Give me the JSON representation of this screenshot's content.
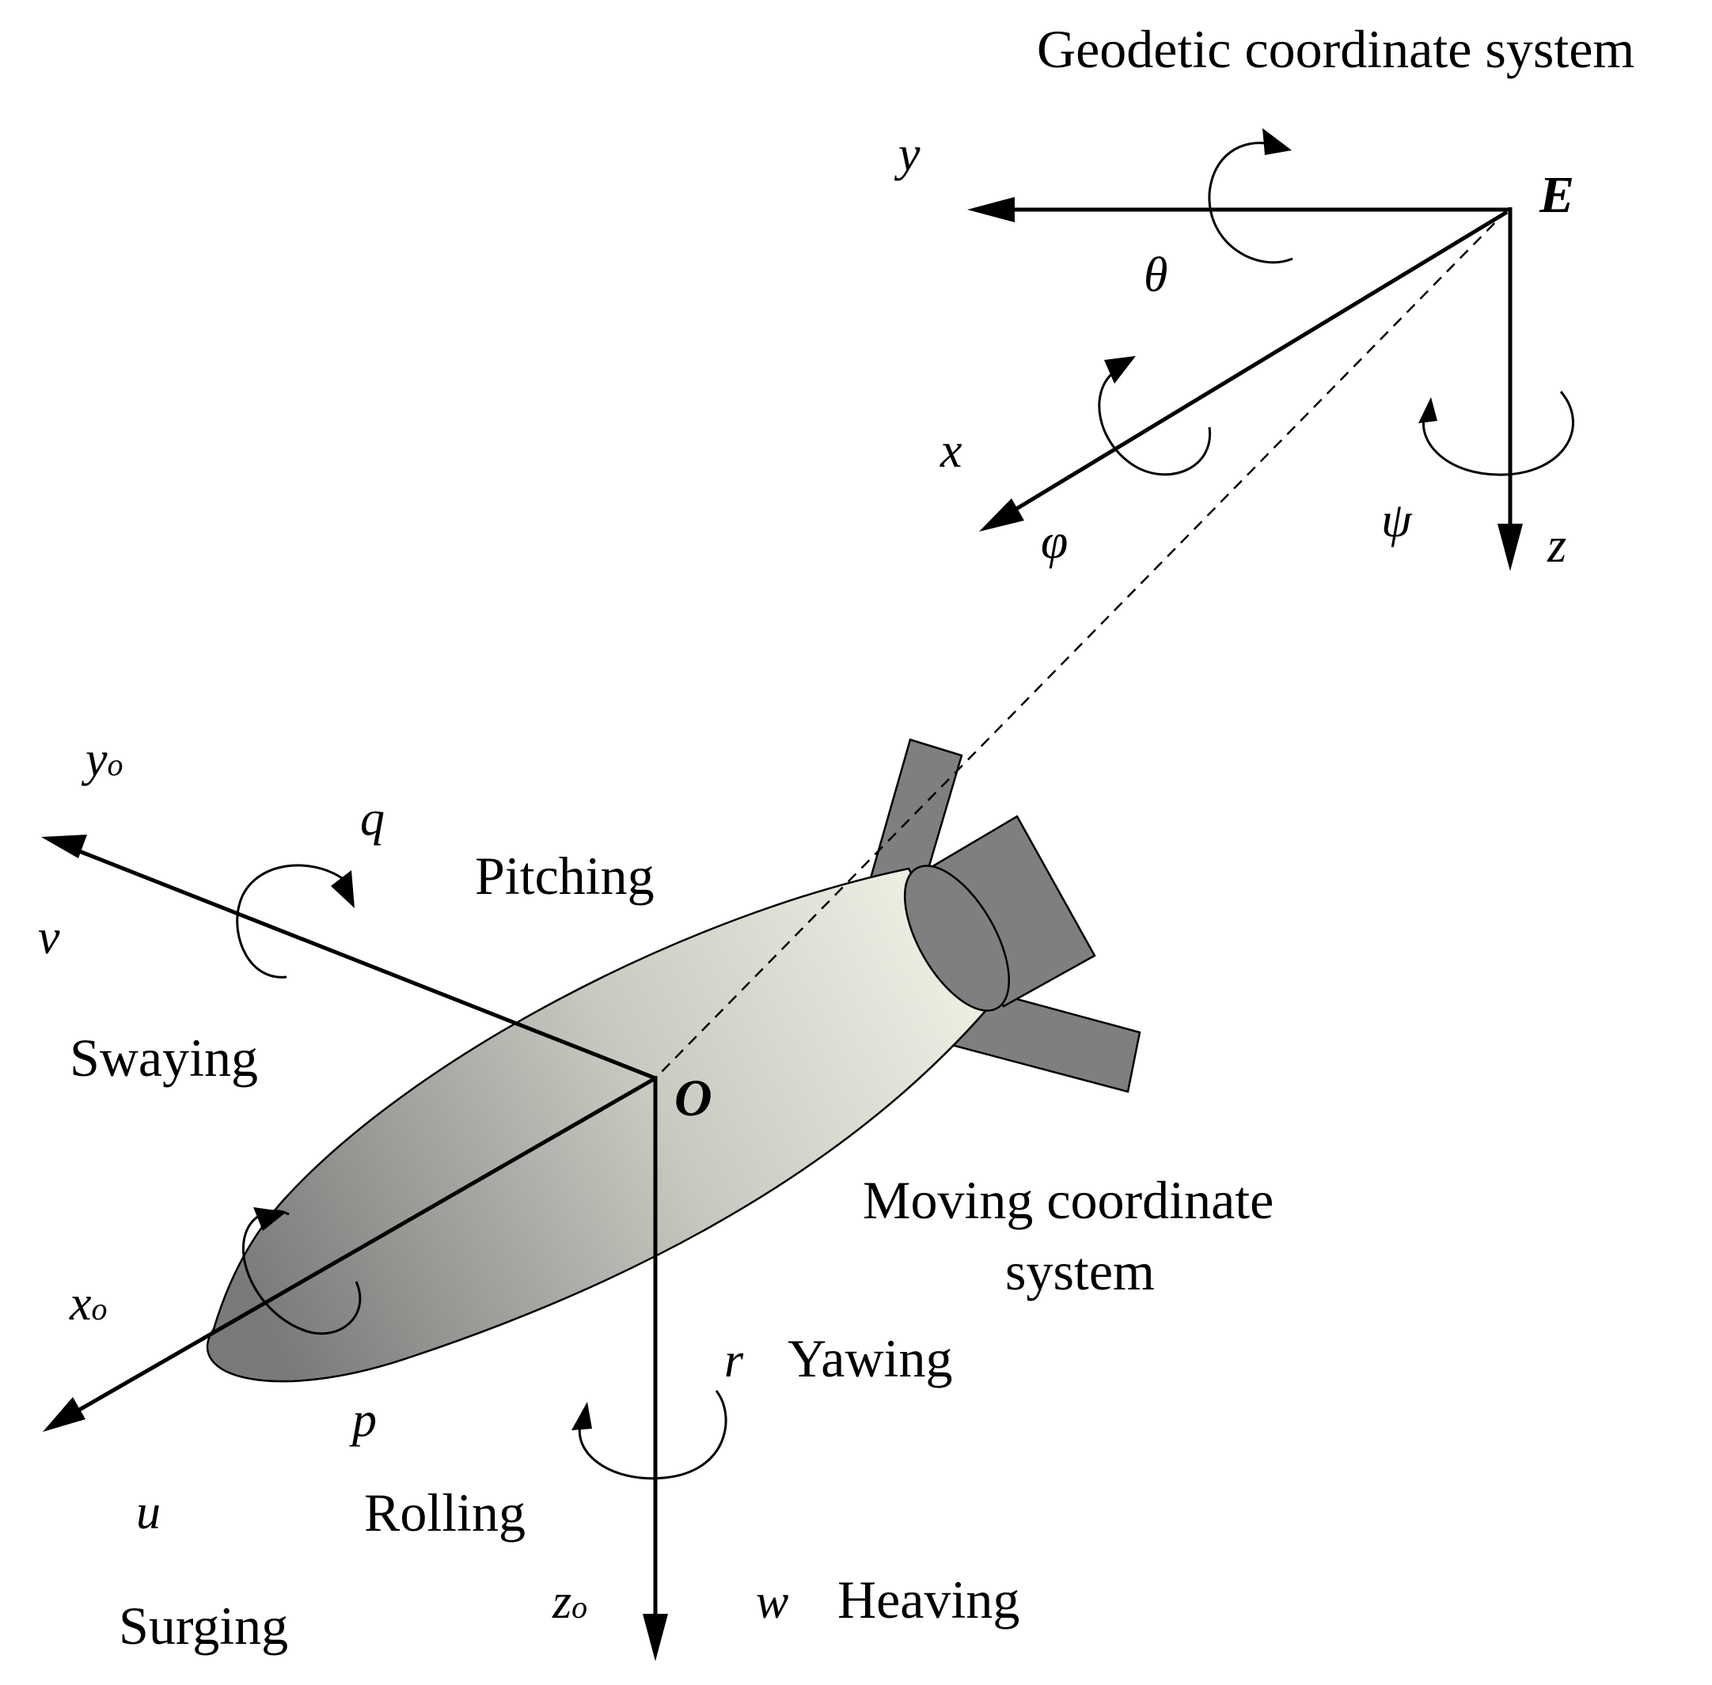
{
  "geodetic": {
    "title": "Geodetic coordinate system",
    "origin": "E",
    "axis_x": "x",
    "axis_y": "y",
    "axis_z": "z",
    "angle_roll": "φ",
    "angle_pitch": "θ",
    "angle_yaw": "ψ"
  },
  "moving": {
    "title_line1": "Moving coordinate",
    "title_line2": "system",
    "origin": "O",
    "axis_x": "x",
    "axis_x_sub": "o",
    "axis_y": "y",
    "axis_y_sub": "o",
    "axis_z": "z",
    "axis_z_sub": "o"
  },
  "motions": {
    "pitch_symbol": "q",
    "pitch_label": "Pitching",
    "sway_symbol": "v",
    "sway_label": "Swaying",
    "roll_symbol": "p",
    "roll_label": "Rolling",
    "surge_symbol": "u",
    "surge_label": "Surging",
    "yaw_symbol": "r",
    "yaw_label": "Yawing",
    "heave_symbol": "w",
    "heave_label": "Heaving"
  },
  "colors": {
    "fin": "#7f7f7f",
    "hull_dark": "#7a7a7a",
    "hull_light": "#f0f2e6",
    "line": "#000000"
  }
}
